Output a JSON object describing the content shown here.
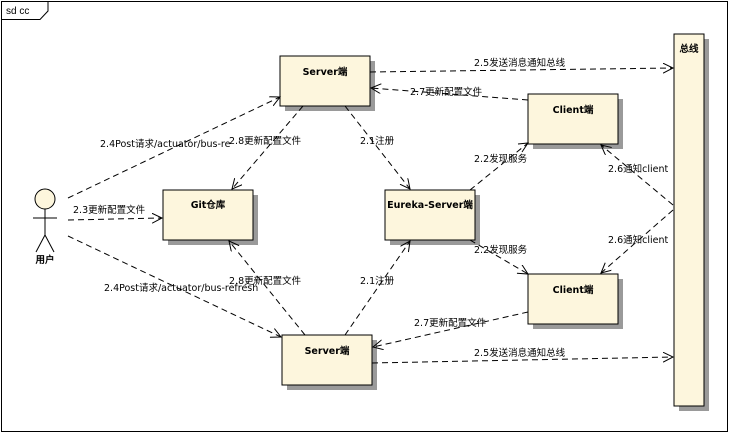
{
  "frame": {
    "title": "sd cc"
  },
  "nodes": {
    "server_top": "Server端",
    "server_bottom": "Server端",
    "client_top": "Client端",
    "client_bottom": "Client端",
    "git": "Git仓库",
    "eureka": "Eureka-Server端",
    "bus": "总线"
  },
  "actor": {
    "label": "用户"
  },
  "edges": {
    "e_25_top": "2.5发送消息通知总线",
    "e_27_top": "2.7更新配置文件",
    "e_24_top": "2.4Post请求/actuator/bus-re",
    "e_28_top": "2.8更新配置文件",
    "e_21_top": "2.1注册",
    "e_22_top": "2.2发现服务",
    "e_26_top": "2.6通知client",
    "e_23": "2.3更新配置文件",
    "e_26_bottom": "2.6通知client",
    "e_22_bottom": "2.2发现服务",
    "e_24_bottom": "2.4Post请求/actuator/bus-refresh",
    "e_28_bottom": "2.8更新配置文件",
    "e_21_bottom": "2.1注册",
    "e_27_bottom": "2.7更新配置文件",
    "e_25_bottom": "2.5发送消息通知总线"
  },
  "colors": {
    "node_fill": "#fdf6dd",
    "node_shadow": "#9a9a9a",
    "border": "#000000"
  }
}
